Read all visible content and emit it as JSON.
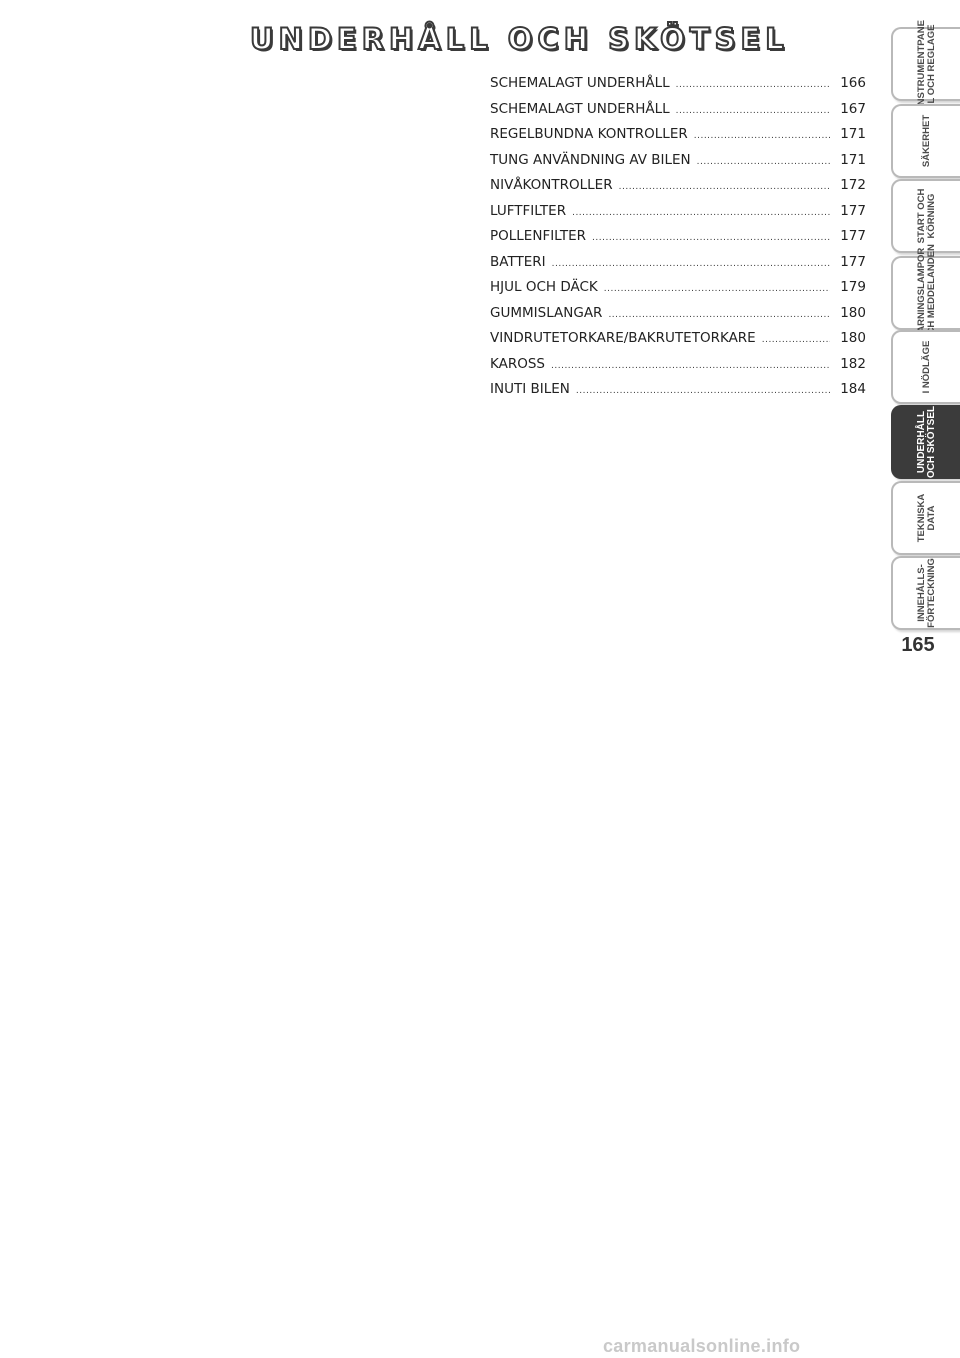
{
  "page": {
    "title": "UNDERHÅLL OCH SKÖTSEL",
    "page_number": "165",
    "footer": "carmanualsonline.info"
  },
  "toc": [
    {
      "label": "SCHEMALAGT UNDERHÅLL",
      "page": "166"
    },
    {
      "label": "SCHEMALAGT UNDERHÅLL",
      "page": "167"
    },
    {
      "label": "REGELBUNDNA KONTROLLER",
      "page": "171"
    },
    {
      "label": "TUNG ANVÄNDNING AV BILEN",
      "page": "171"
    },
    {
      "label": "NIVÅKONTROLLER",
      "page": "172"
    },
    {
      "label": "LUFTFILTER",
      "page": "177"
    },
    {
      "label": "POLLENFILTER",
      "page": "177"
    },
    {
      "label": "BATTERI",
      "page": "177"
    },
    {
      "label": "HJUL OCH DÄCK",
      "page": "179"
    },
    {
      "label": "GUMMISLANGAR",
      "page": "180"
    },
    {
      "label": "VINDRUTETORKARE/BAKRUTETORKARE",
      "page": "180"
    },
    {
      "label": "KAROSS",
      "page": "182"
    },
    {
      "label": "INUTI BILEN",
      "page": "184"
    }
  ],
  "tabs": [
    {
      "line1": "INSTRUMENTPANE",
      "line2": "L OCH REGLAGE",
      "active": false
    },
    {
      "line1": "SÄKERHET",
      "line2": "",
      "active": false
    },
    {
      "line1": "START OCH",
      "line2": "KÖRNING",
      "active": false
    },
    {
      "line1": "VARNINGSLAMPOR",
      "line2": "OCH MEDDELANDEN",
      "active": false
    },
    {
      "line1": "I NÖDLÄGE",
      "line2": "",
      "active": false
    },
    {
      "line1": "UNDERHÅLL",
      "line2": "OCH SKÖTSEL",
      "active": true
    },
    {
      "line1": "TEKNISKA",
      "line2": "DATA",
      "active": false
    },
    {
      "line1": "INNEHÅLLS-",
      "line2": "FÖRTECKNING",
      "active": false
    }
  ],
  "colors": {
    "active_tab": "#3b3b3b",
    "tab_border": "#b9b9b9"
  }
}
